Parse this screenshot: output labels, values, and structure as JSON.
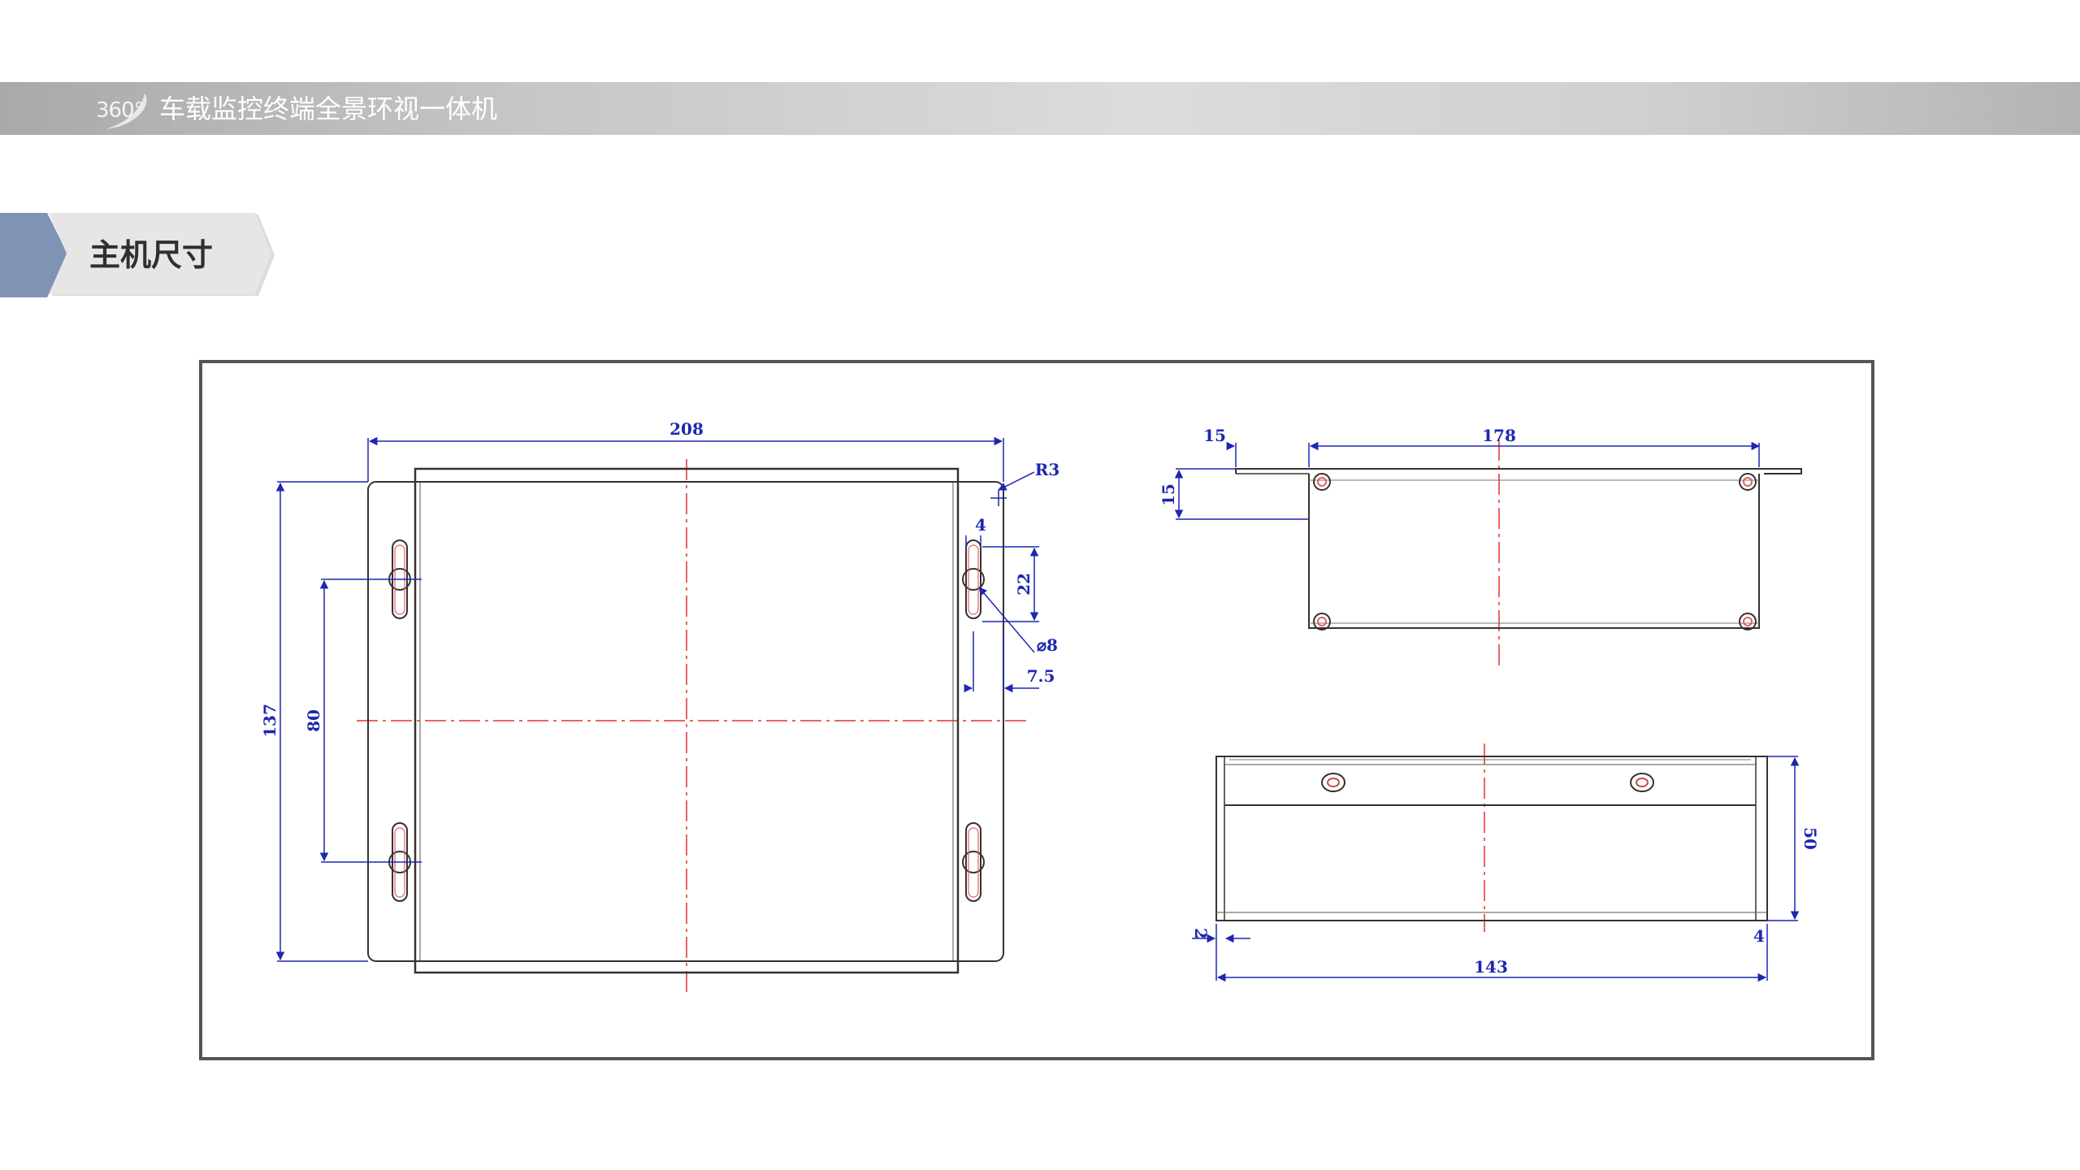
{
  "header": {
    "logo_text": "360°",
    "product_title": "车载监控终端全景环视一体机"
  },
  "section": {
    "title": "主机尺寸"
  },
  "colors": {
    "header_band": "#c6c6c6",
    "section_accent": "#7f93b5",
    "section_tab": "#e6e6e6",
    "dimension_blue": "#1d27b0",
    "centerline_red": "#e03030",
    "frame_border": "#555555"
  },
  "drawing": {
    "front_view": {
      "width": "208",
      "height": "137",
      "hole_spacing": "80",
      "corner_radius": "R3",
      "slot_width": "4",
      "slot_length": "22",
      "hole_diameter": "⌀8",
      "edge_offset": "7.5"
    },
    "top_view": {
      "flange": "15",
      "body_width": "178",
      "flange_height": "15"
    },
    "side_view": {
      "height": "50",
      "width": "143",
      "wall": "2",
      "side_offset": "4"
    }
  }
}
